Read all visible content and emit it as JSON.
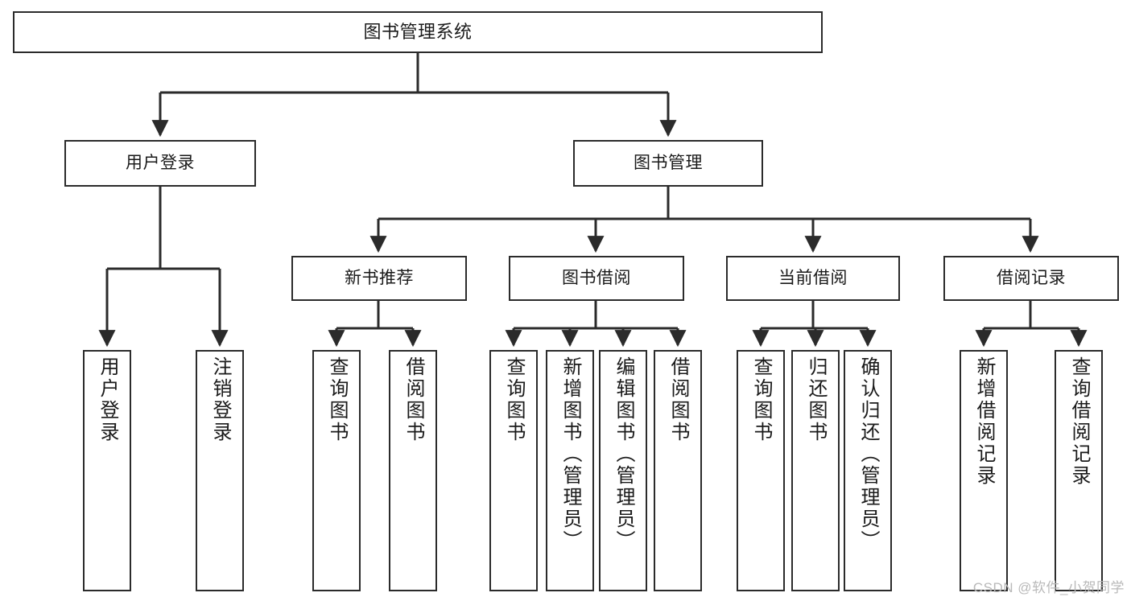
{
  "diagram": {
    "type": "tree-hierarchy",
    "title": "图书管理系统",
    "watermark": "CSDN @软件_小贺同学",
    "colors": {
      "stroke": "#2b2b2b",
      "fill": "#ffffff",
      "text": "#1a1a1a",
      "watermark": "#b9b9b9"
    },
    "nodes": {
      "root": {
        "label": "图书管理系统"
      },
      "level1": [
        {
          "label": "用户登录"
        },
        {
          "label": "图书管理"
        }
      ],
      "level2": [
        {
          "label": "新书推荐"
        },
        {
          "label": "图书借阅"
        },
        {
          "label": "当前借阅"
        },
        {
          "label": "借阅记录"
        }
      ],
      "leaves": {
        "user_login": [
          {
            "label": "用户登录"
          },
          {
            "label": "注销登录"
          }
        ],
        "new_book": [
          {
            "label": "查询图书"
          },
          {
            "label": "借阅图书"
          }
        ],
        "borrow_book": [
          {
            "label": "查询图书"
          },
          {
            "label": "新增图书（管理员）"
          },
          {
            "label": "编辑图书（管理员）"
          },
          {
            "label": "借阅图书"
          }
        ],
        "current_borrow": [
          {
            "label": "查询图书"
          },
          {
            "label": "归还图书"
          },
          {
            "label": "确认归还（管理员）"
          }
        ],
        "borrow_record": [
          {
            "label": "新增借阅记录"
          },
          {
            "label": "查询借阅记录"
          }
        ]
      }
    }
  }
}
